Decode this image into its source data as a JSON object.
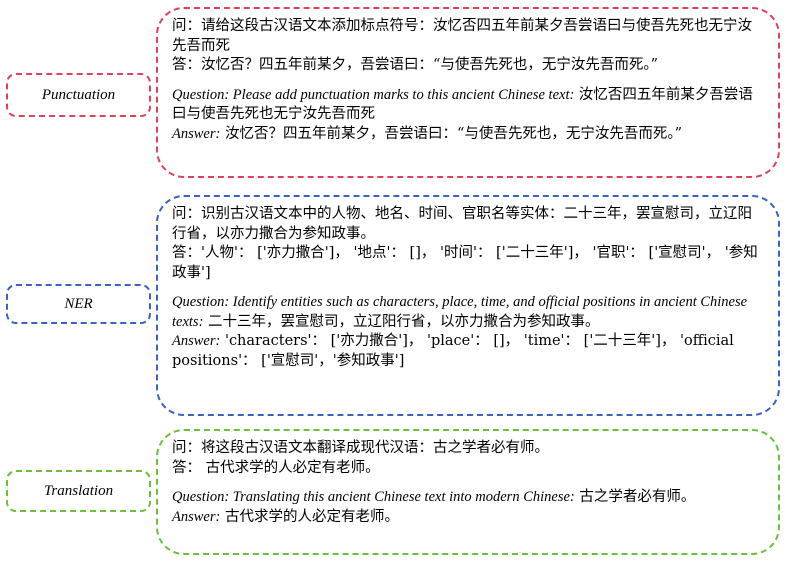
{
  "tags": {
    "punctuation": "Punctuation",
    "ner": "NER",
    "translation": "Translation"
  },
  "punctuation": {
    "q_zh": "问：请给这段古汉语文本添加标点符号：汝忆否四五年前某夕吾尝语曰与使吾先死也无宁汝先吾而死",
    "a_zh": "答：汝忆否？四五年前某夕，吾尝语曰：“与使吾先死也，无宁汝先吾而死。”",
    "q_en_label": "Question: Please add punctuation marks to this ancient Chinese text:",
    "q_en_text": "汝忆否四五年前某夕吾尝语曰与使吾先死也无宁汝先吾而死",
    "a_en_label": "Answer:",
    "a_en_text": "汝忆否？四五年前某夕，吾尝语曰：“与使吾先死也，无宁汝先吾而死。”"
  },
  "ner": {
    "q_zh": "问：识别古汉语文本中的人物、地名、时间、官职名等实体：二十三年，罢宣慰司，立辽阳行省，以亦力撒合为参知政事。",
    "a_zh": "答：'人物'： ['亦力撒合']， '地点'： []， '时间'： ['二十三年']， '官职'： ['宣慰司'， '参知政事']",
    "q_en_label": "Question: Identify entities such as characters, place, time, and official positions in ancient Chinese texts:",
    "q_en_text": "二十三年，罢宣慰司，立辽阳行省，以亦力撒合为参知政事。",
    "a_en_label": "Answer:",
    "a_en_text": "'characters'： ['亦力撒合']， 'place'： []， 'time'： ['二十三年']， 'official positions'： ['宣慰司'，'参知政事']"
  },
  "translation": {
    "q_zh": "问：将这段古汉语文本翻译成现代汉语：古之学者必有师。",
    "a_zh": "答： 古代求学的人必定有老师。",
    "q_en_label": "Question: Translating this ancient Chinese text into modern Chinese:",
    "q_en_text": "古之学者必有师。",
    "a_en_label": "Answer:",
    "a_en_text": "古代求学的人必定有老师。"
  },
  "colors": {
    "punctuation": "#e0405a",
    "ner": "#3a62c0",
    "translation": "#6cbf3c"
  }
}
